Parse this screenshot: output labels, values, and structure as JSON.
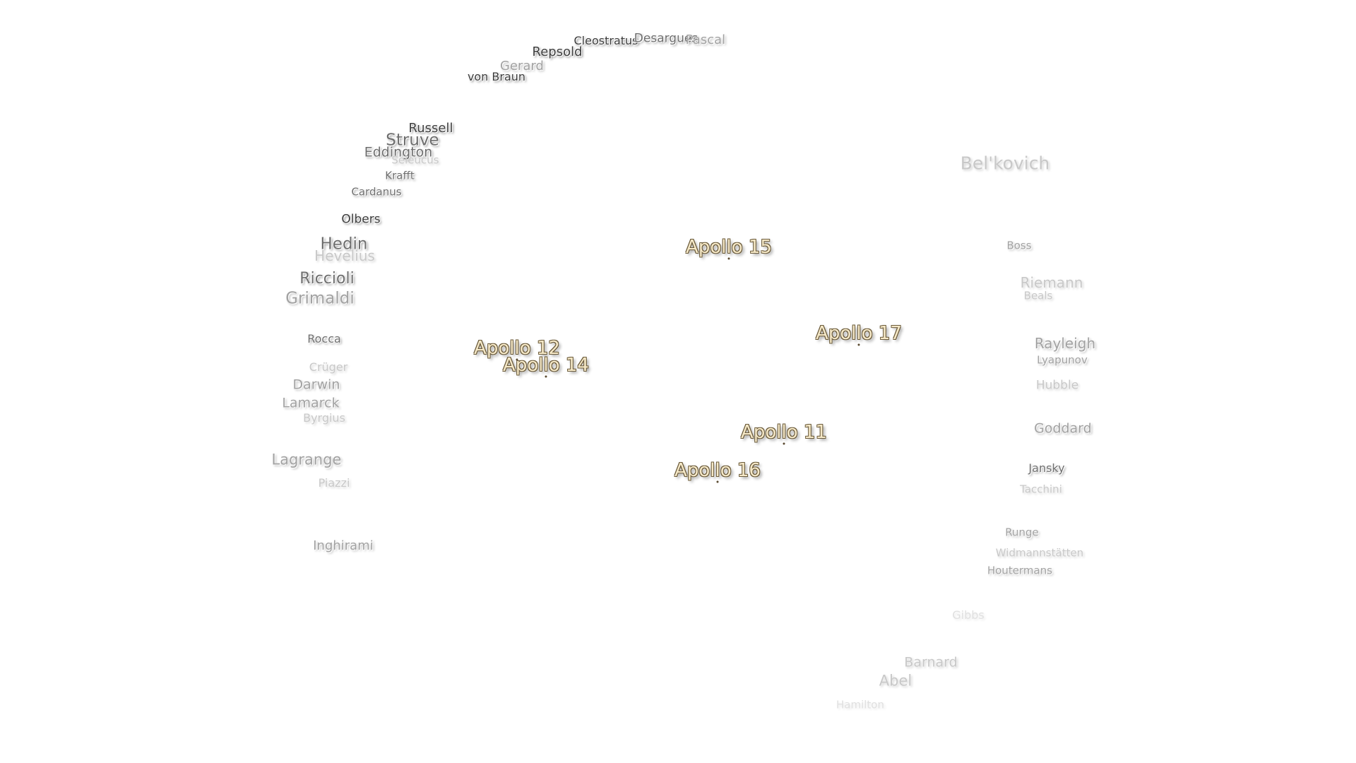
{
  "apollo_sites": [
    {
      "id": "apollo-15",
      "label": "Apollo 15"
    },
    {
      "id": "apollo-12",
      "label": "Apollo 12"
    },
    {
      "id": "apollo-14",
      "label": "Apollo 14"
    },
    {
      "id": "apollo-17",
      "label": "Apollo 17"
    },
    {
      "id": "apollo-11",
      "label": "Apollo 11"
    },
    {
      "id": "apollo-16",
      "label": "Apollo 16"
    }
  ],
  "craters": {
    "cleostratus": "Cleostratus",
    "desargues": "Desargues",
    "pascal": "Pascal",
    "repsold": "Repsold",
    "gerard": "Gerard",
    "von_braun": "von Braun",
    "russell": "Russell",
    "struve": "Struve",
    "eddington": "Eddington",
    "seleucus": "Seleucus",
    "krafft": "Krafft",
    "cardanus": "Cardanus",
    "olbers": "Olbers",
    "hedin": "Hedin",
    "hevelius": "Hevelius",
    "riccioli": "Riccioli",
    "grimaldi": "Grimaldi",
    "rocca": "Rocca",
    "cruger": "Crüger",
    "darwin": "Darwin",
    "lamarck": "Lamarck",
    "byrgius": "Byrgius",
    "lagrange": "Lagrange",
    "piazzi": "Piazzi",
    "inghirami": "Inghirami",
    "belkovich": "Bel'kovich",
    "boss": "Boss",
    "riemann": "Riemann",
    "beals": "Beals",
    "rayleigh": "Rayleigh",
    "lyapunov": "Lyapunov",
    "hubble": "Hubble",
    "goddard": "Goddard",
    "jansky": "Jansky",
    "tacchini": "Tacchini",
    "runge": "Runge",
    "widmannstatten": "Widmannstätten",
    "houtermans": "Houtermans",
    "gibbs": "Gibbs",
    "barnard": "Barnard",
    "abel": "Abel",
    "hamilton": "Hamilton"
  },
  "colors": {
    "apollo_fill": "#f6e9c8",
    "apollo_outline": "#6a5a3a",
    "background": "#ffffff"
  }
}
